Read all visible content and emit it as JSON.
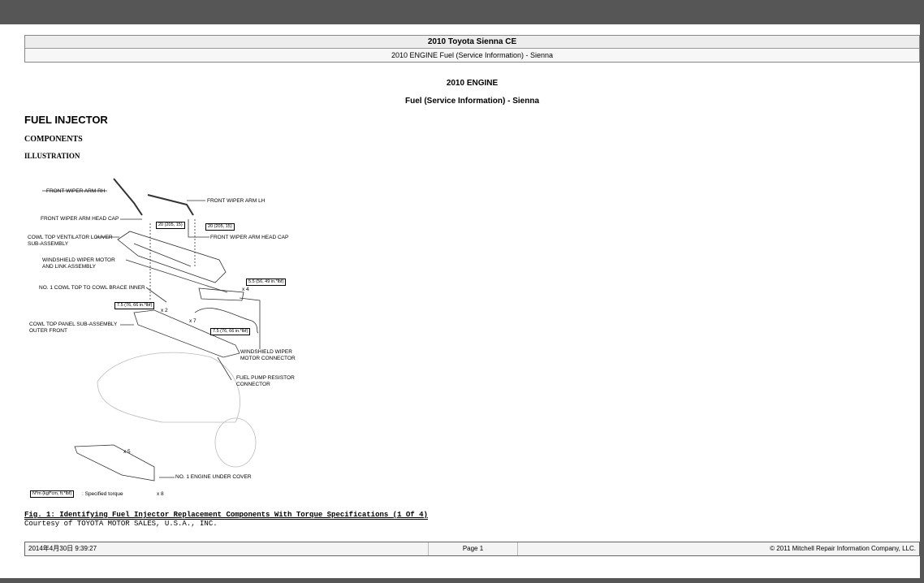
{
  "header": {
    "title": "2010 Toyota Sienna CE",
    "subtitle": "2010 ENGINE Fuel (Service Information) - Sienna"
  },
  "doc": {
    "section": "2010 ENGINE",
    "subsection": "Fuel (Service Information) - Sienna",
    "heading": "FUEL INJECTOR",
    "components": "COMPONENTS",
    "illustration": "ILLUSTRATION"
  },
  "figure": {
    "labels": [
      "FRONT WIPER ARM RH",
      "FRONT WIPER ARM LH",
      "FRONT WIPER ARM HEAD CAP",
      "FRONT WIPER ARM HEAD CAP",
      "COWL TOP VENTILATOR LOUVER",
      "SUB-ASSEMBLY",
      "WINDSHIELD WIPER MOTOR",
      "AND LINK ASSEMBLY",
      "NO. 1 COWL TOP TO COWL BRACE INNER",
      "COWL TOP PANEL SUB-ASSEMBLY",
      "OUTER FRONT",
      "WINDSHIELD WIPER",
      "MOTOR CONNECTOR",
      "FUEL PUMP RESISTOR",
      "CONNECTOR",
      "NO. 1 ENGINE UNDER COVER",
      ": Specified torque"
    ],
    "torques": [
      "20 (205, 15)",
      "20 (205, 15)",
      "5.5 (56, 49 in.*lbf)",
      "7.5 (76, 66 in.*lbf)",
      "7.5 (76, 66 in.*lbf)",
      "N*m (kgf*cm, ft.*lbf)"
    ],
    "counts": [
      "x 4",
      "x 2",
      "x 7",
      "x 5",
      "x 8"
    ]
  },
  "caption": "Fig. 1: Identifying Fuel Injector Replacement Components With Torque Specifications (1 Of 4)",
  "courtesy": "Courtesy of TOYOTA MOTOR SALES, U.S.A., INC.",
  "footer": {
    "timestamp": "2014年4月30日  9:39:27",
    "page": "Page 1",
    "copyright": "© 2011 Mitchell Repair Information Company, LLC."
  }
}
